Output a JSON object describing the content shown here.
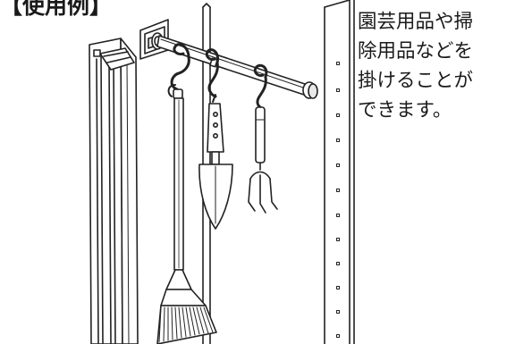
{
  "heading": "【使用例】",
  "caption": {
    "lines": [
      "園芸用品や掃",
      "除用品などを",
      "掛けることが",
      "できます。"
    ]
  },
  "illustration": {
    "subject": "cabinet with hanging tension rod, S-hooks, broom, trowel and hand rake",
    "stroke_color": "#222222",
    "fill_color": "#ffffff",
    "shade_color": "#e8e8e8"
  }
}
